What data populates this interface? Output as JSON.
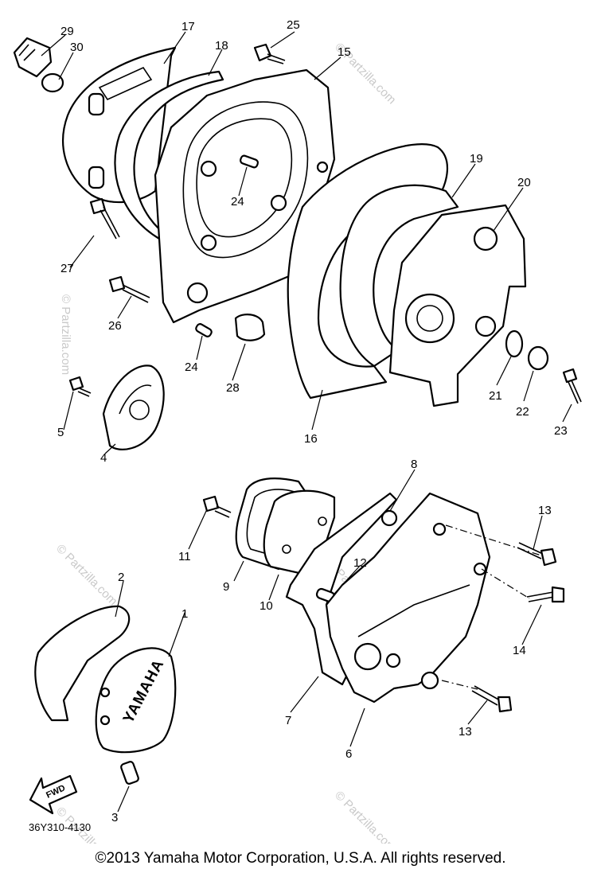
{
  "diagram": {
    "part_numbers": [
      "1",
      "2",
      "3",
      "4",
      "5",
      "6",
      "7",
      "8",
      "9",
      "10",
      "11",
      "12",
      "13",
      "13",
      "14",
      "15",
      "16",
      "17",
      "18",
      "19",
      "20",
      "21",
      "22",
      "23",
      "24",
      "24",
      "25",
      "26",
      "27",
      "28",
      "29",
      "30"
    ],
    "drawing_code": "36Y310-4130",
    "cover_brand": "YAMAHA",
    "fwd_label": "FWD",
    "watermark": "© Partzilla.com"
  },
  "footer": {
    "copyright": "©2013  Yamaha Motor Corporation, U.S.A. All rights reserved."
  },
  "colors": {
    "ink": "#000000",
    "paper": "#ffffff",
    "watermark": "#c9c9c9"
  }
}
